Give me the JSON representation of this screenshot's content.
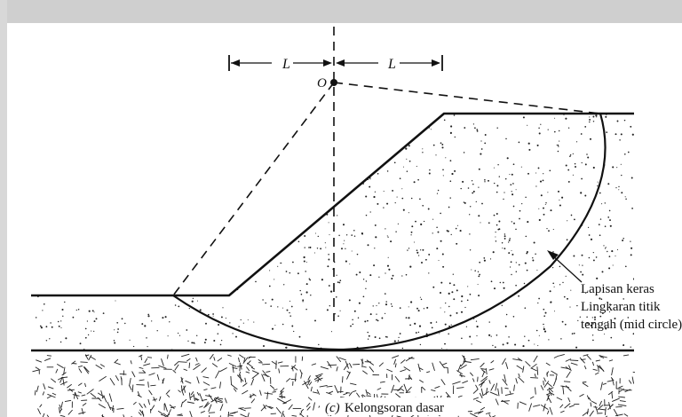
{
  "labels": {
    "center": "O",
    "half_width_left": "L",
    "half_width_right": "L",
    "annotation_line1": "Lapisan keras",
    "annotation_line2": "Lingkaran titik",
    "annotation_line3": "tengah (mid circle)",
    "caption_tag": "(c)",
    "caption_text": "Kelongsoran dasar"
  },
  "colors": {
    "line": "#111111",
    "header_band": "#cfcfcf",
    "background": "#ffffff"
  }
}
